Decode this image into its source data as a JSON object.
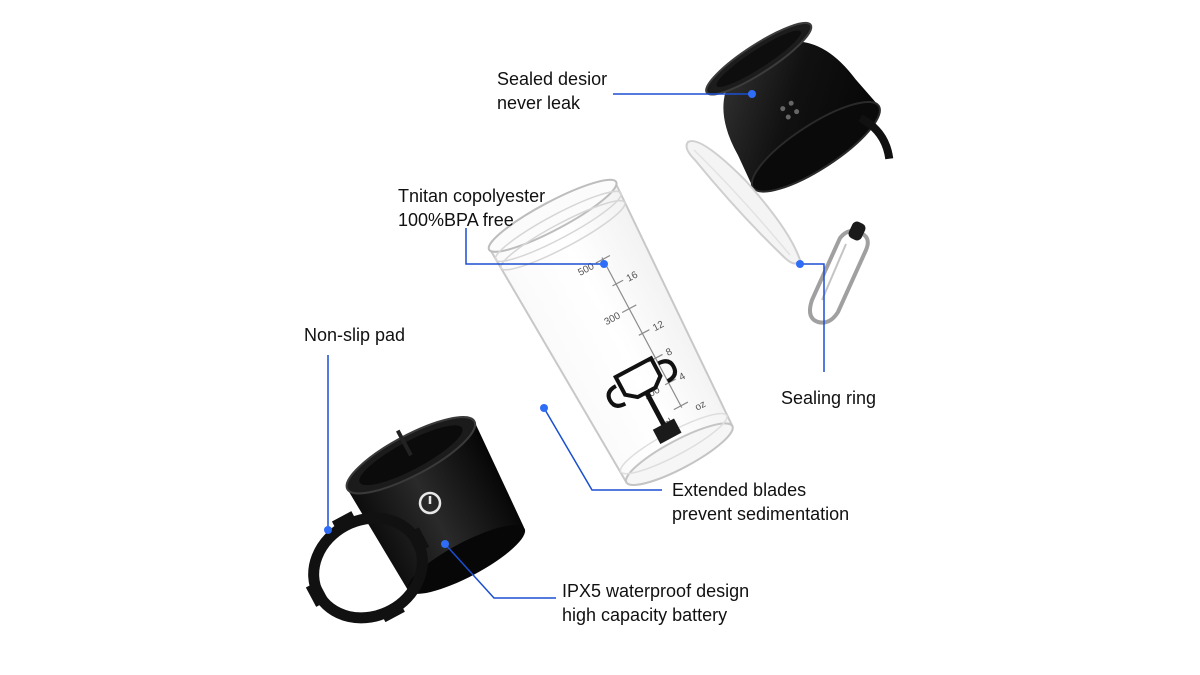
{
  "callouts": {
    "lid": {
      "line1": "Sealed desior",
      "line2": "never  leak"
    },
    "cup_material": {
      "line1": "Tnitan copolyester",
      "line2": "100%BPA free"
    },
    "pad": {
      "line1": "Non-slip pad"
    },
    "ring": {
      "line1": "Sealing ring"
    },
    "blades": {
      "line1": "Extended blades",
      "line2": "prevent sedimentation"
    },
    "battery": {
      "line1": "IPX5 waterproof design",
      "line2": "high capacity battery"
    }
  },
  "scale_marks": {
    "m500": "500",
    "m16": "16",
    "m300": "300",
    "m12": "12",
    "m8": "8",
    "m100": "100",
    "m4": "4",
    "ml": "ml",
    "oz": "oz"
  },
  "colors": {
    "leader_line": "#1a4fd1",
    "leader_dot": "#2f6df6",
    "body_black": "#141414",
    "cup_outline": "#c8c8c8"
  },
  "icons": {
    "power": "power-icon",
    "clip": "carabiner-clip-icon"
  }
}
